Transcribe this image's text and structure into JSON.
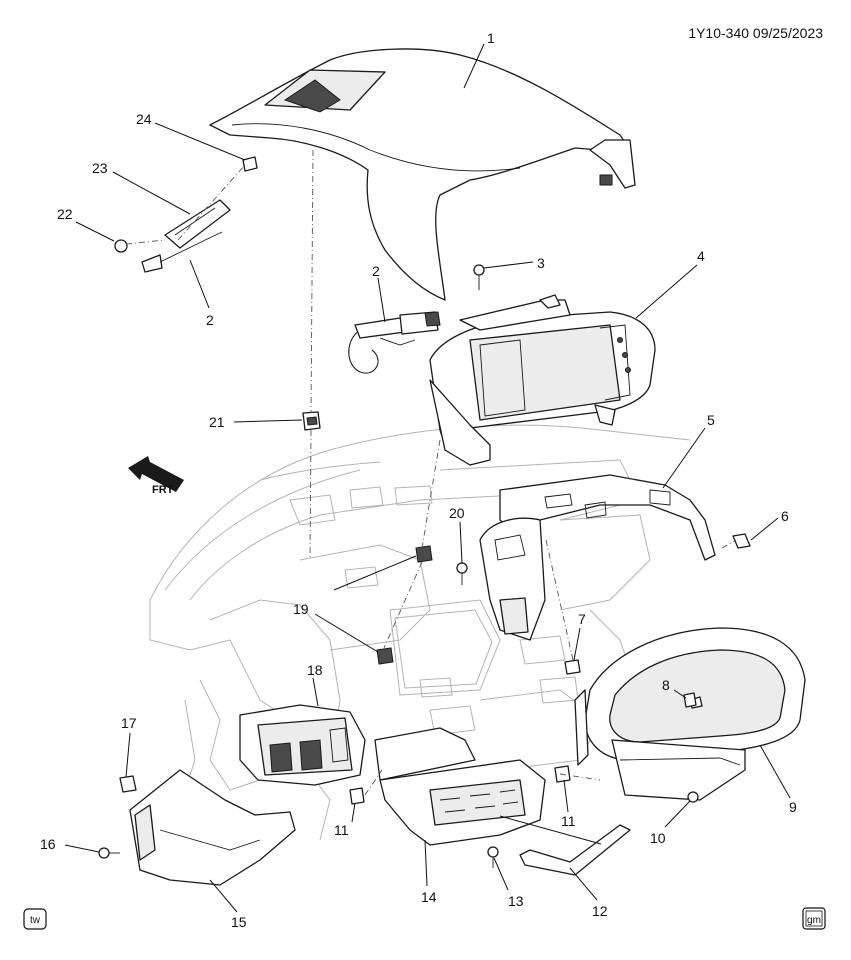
{
  "header": {
    "ref": "1Y10-340  09/25/2023"
  },
  "direction": {
    "label": "FRT"
  },
  "logos": {
    "left": "tw",
    "right": "gm"
  },
  "callouts": [
    "1",
    "2",
    "3",
    "4",
    "5",
    "6",
    "7",
    "8",
    "9",
    "10",
    "11",
    "12",
    "13",
    "14",
    "15",
    "16",
    "17",
    "18",
    "19",
    "20",
    "21",
    "22",
    "23",
    "24",
    "2",
    "11",
    "19"
  ]
}
